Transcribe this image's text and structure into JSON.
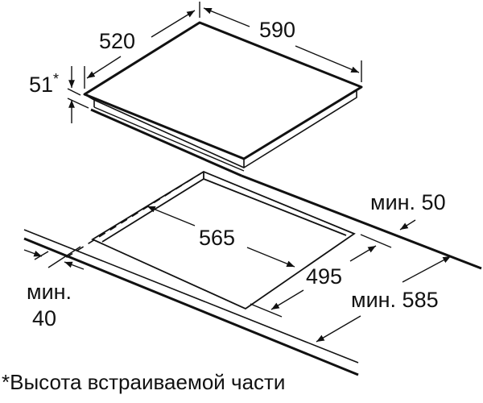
{
  "diagram": {
    "type": "cooktop-installation-dimensions",
    "units": "mm",
    "colors": {
      "line": "#111111",
      "background": "#ffffff"
    },
    "hob": {
      "depth_label": "520",
      "width_label": "590",
      "height_label": "51",
      "height_asterisk": "*"
    },
    "cutout": {
      "width_label": "565",
      "depth_label": "495"
    },
    "clearances": {
      "back_label": "мин. 50",
      "side_label_line1": "мин.",
      "side_label_line2": "40",
      "worktop_depth_label": "мин. 585"
    },
    "footnote": "*Высота встраиваемой части"
  }
}
